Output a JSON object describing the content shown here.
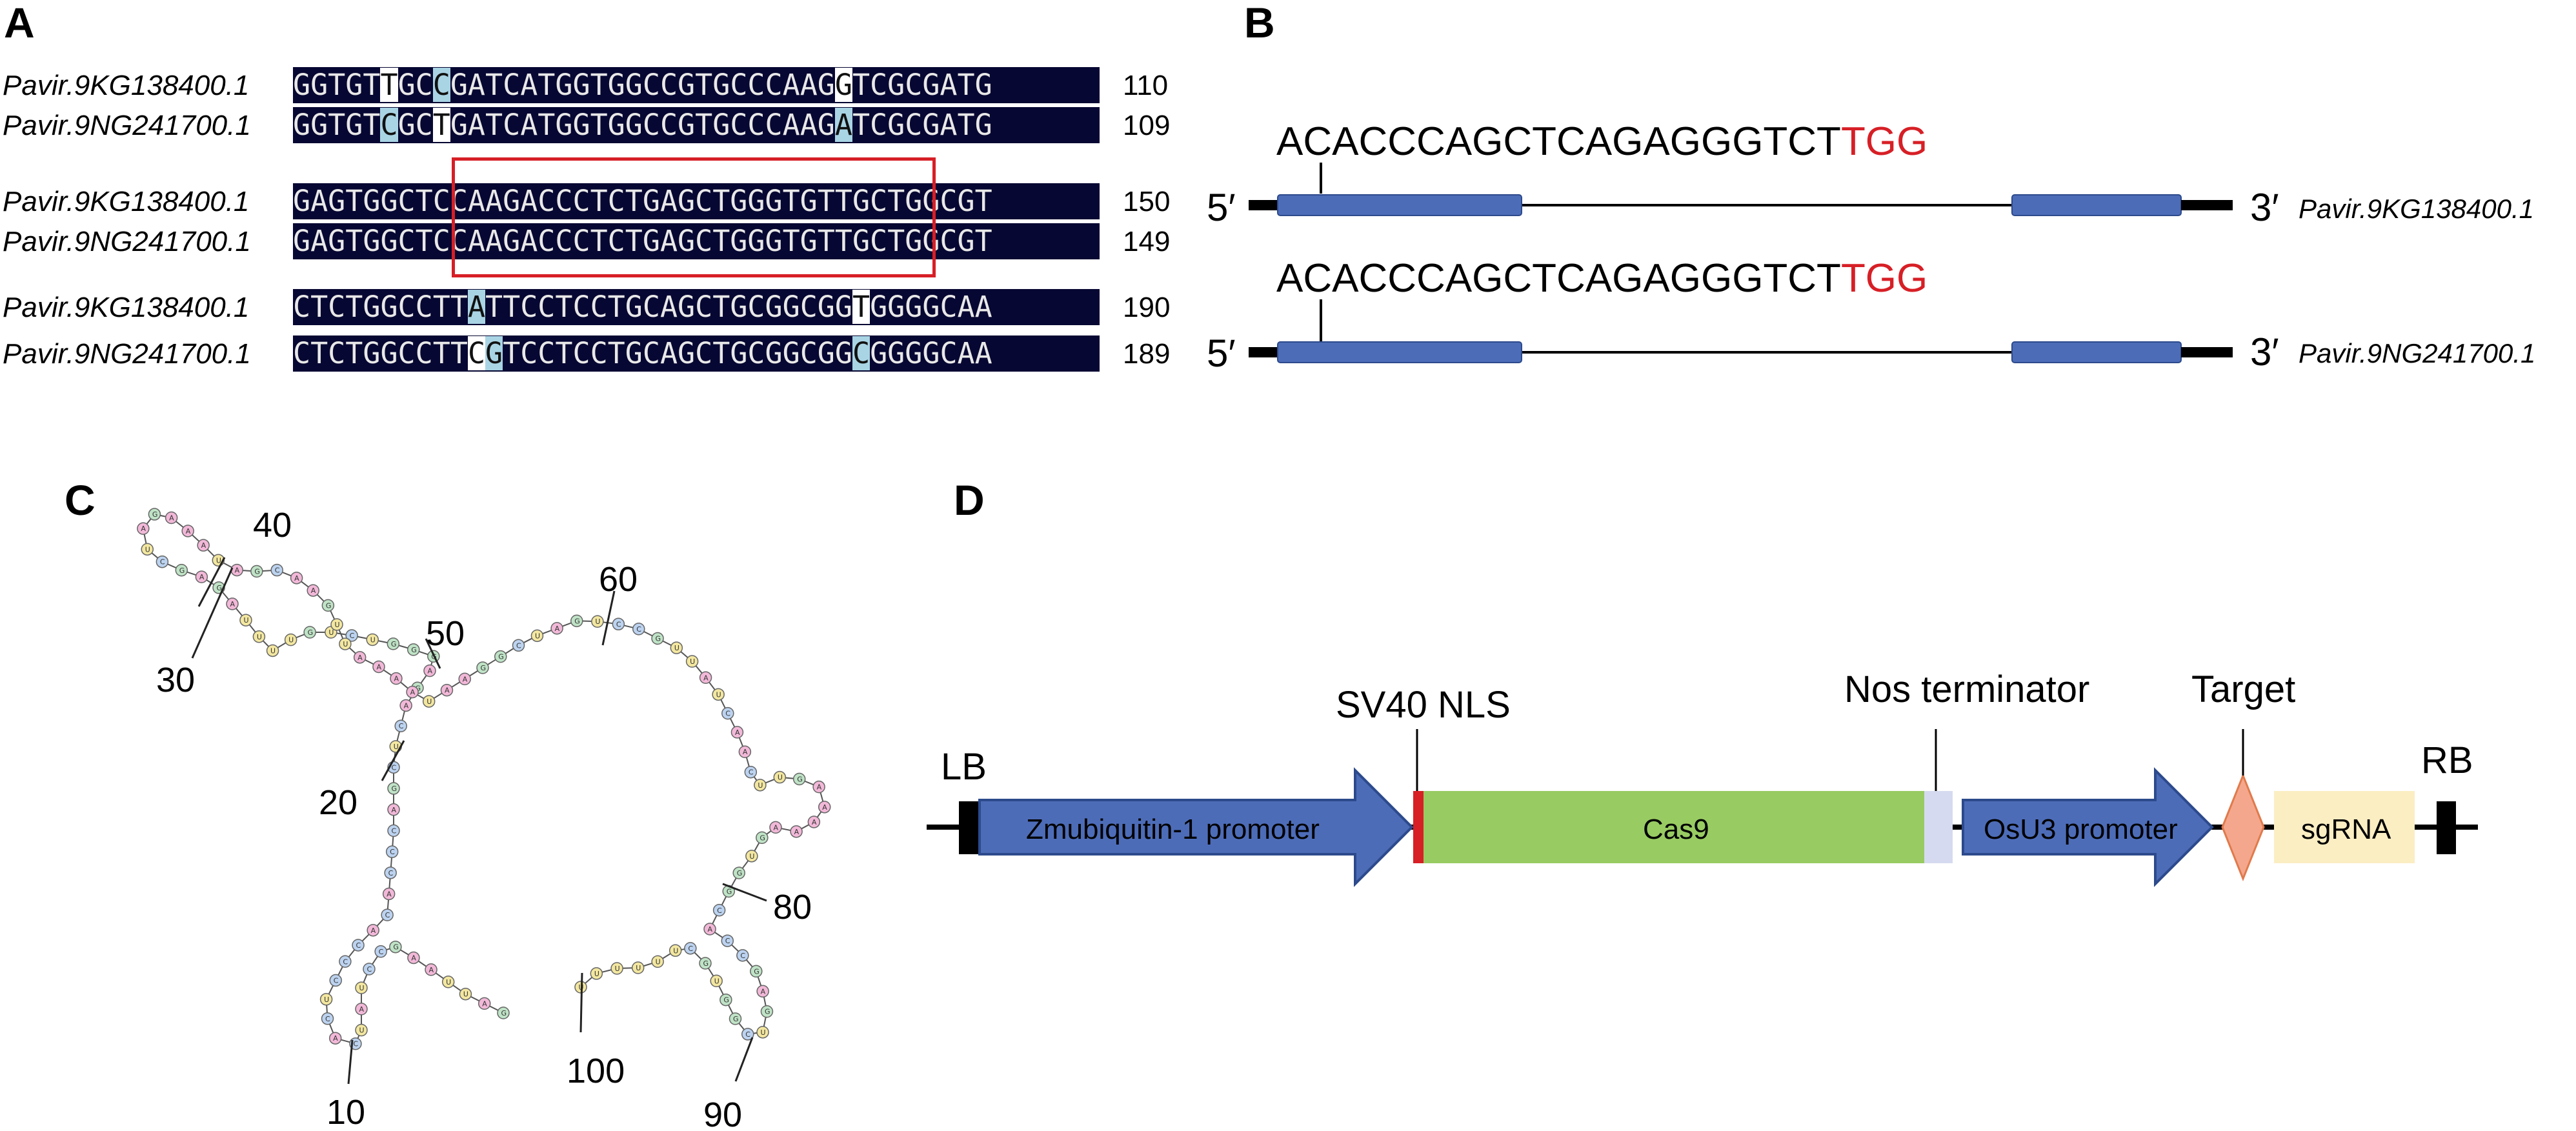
{
  "panels": {
    "a": "A",
    "b": "B",
    "c": "C",
    "d": "D"
  },
  "alignment": {
    "blocks": [
      {
        "rows": [
          {
            "name": "Pavir.9KG138400.1",
            "num": "110",
            "segs": [
              [
                "GGTGT",
                ""
              ],
              [
                "T",
                "wt"
              ],
              [
                "GC",
                ""
              ],
              [
                "C",
                "hl"
              ],
              [
                "GATCATGGTGGCCGTGCCCAAG",
                ""
              ],
              [
                "G",
                "wt"
              ],
              [
                "TCGCGATG",
                ""
              ]
            ]
          },
          {
            "name": "Pavir.9NG241700.1",
            "num": "109",
            "segs": [
              [
                "GGTGT",
                ""
              ],
              [
                "C",
                "hl"
              ],
              [
                "GC",
                ""
              ],
              [
                "T",
                "wt"
              ],
              [
                "GATCATGGTGGCCGTGCCCAAG",
                ""
              ],
              [
                "A",
                "hl"
              ],
              [
                "TCGCGATG",
                ""
              ]
            ]
          }
        ]
      },
      {
        "rows": [
          {
            "name": "Pavir.9KG138400.1",
            "num": "150",
            "segs": [
              [
                "GAGTGGCTCCAAGACCCTCTGAGCTGGGTGTTGCTGGCGT",
                ""
              ]
            ]
          },
          {
            "name": "Pavir.9NG241700.1",
            "num": "149",
            "segs": [
              [
                "GAGTGGCTCCAAGACCCTCTGAGCTGGGTGTTGCTGGCGT",
                ""
              ]
            ]
          }
        ]
      },
      {
        "rows": [
          {
            "name": "Pavir.9KG138400.1",
            "num": "190",
            "segs": [
              [
                "CTCTGGCCTT",
                ""
              ],
              [
                "A",
                "hl"
              ],
              [
                "T",
                ""
              ],
              [
                "TCCTCCTGCAGCTGCGGCGG",
                ""
              ],
              [
                "T",
                "wt"
              ],
              [
                "GGGGCAA",
                ""
              ]
            ]
          },
          {
            "name": "Pavir.9NG241700.1",
            "num": "189",
            "segs": [
              [
                "CTCTGGCCTT",
                ""
              ],
              [
                "C",
                "wt"
              ],
              [
                "G",
                "hl"
              ],
              [
                "TCCTCCTGCAGCTGCGGCGG",
                ""
              ],
              [
                "C",
                "hl"
              ],
              [
                "GGGGCAA",
                ""
              ]
            ]
          }
        ]
      }
    ]
  },
  "gene_models": {
    "guide_black": "ACACCCAGCTCAGAGGGTCT",
    "guide_pam": "TGG",
    "five_prime": "5′",
    "three_prime": "3′",
    "genes": [
      "Pavir.9KG138400.1",
      "Pavir.9NG241700.1"
    ],
    "colors": {
      "exon": "#4d6cb8",
      "pam": "#d71f26"
    }
  },
  "rna_structure": {
    "position_labels": [
      "10",
      "20",
      "30",
      "40",
      "50",
      "60",
      "80",
      "90",
      "100"
    ],
    "sequence": "GAUUAAGCCUAUCACUCCCACACCCAGCUCAGAGGGUCUGUUUUAGAGCUAGAAAUAGCAAGUUAAAAUAAGGCUAGUCCGUUAUCAACUUGAAAAAGUGGCACCGAGUCGGUGCUUUUUU"
  },
  "construct": {
    "lb": "LB",
    "rb": "RB",
    "zmubi": "Zmubiquitin-1 promoter",
    "sv40": "SV40 NLS",
    "cas9": "Cas9",
    "nos": "Nos terminator",
    "osu3": "OsU3 promoter",
    "target": "Target",
    "sgrna": "sgRNA",
    "colors": {
      "promoter": "#4d6cb8",
      "cas9": "#98cb62",
      "nls": "#d71f26",
      "nos": "#d6daf0",
      "target": "#f4a78c",
      "sgrna": "#fbeec3"
    }
  }
}
